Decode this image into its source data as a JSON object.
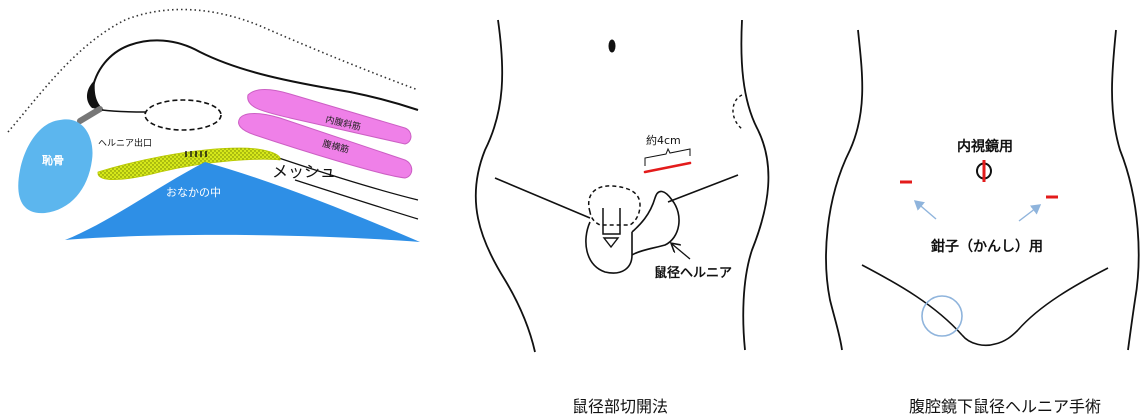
{
  "panels": {
    "cross_section": {
      "labels": {
        "pubic_bone": "恥骨",
        "hernia_exit": "ヘルニア出口",
        "internal_oblique": "内腹斜筋",
        "transversus": "腹横筋",
        "mesh": "メッシュ",
        "abdominal_cavity": "おなかの中"
      }
    },
    "open_repair": {
      "labels": {
        "incision_length": "約4cm",
        "hernia": "鼠径ヘルニア"
      },
      "caption": "鼠径部切開法"
    },
    "laparoscopic": {
      "labels": {
        "endoscope": "内視鏡用",
        "forceps": "鉗子（かんし）用"
      },
      "caption": "腹腔鏡下鼠径ヘルニア手術"
    }
  },
  "colors": {
    "pubic_bone": "#5cb6ee",
    "muscle": "#ef80e8",
    "mesh": "#d6e81a",
    "abdominal_cavity": "#2e8fe6",
    "incision": "#e31b1b",
    "arrow_blue": "#8fb4dc"
  }
}
